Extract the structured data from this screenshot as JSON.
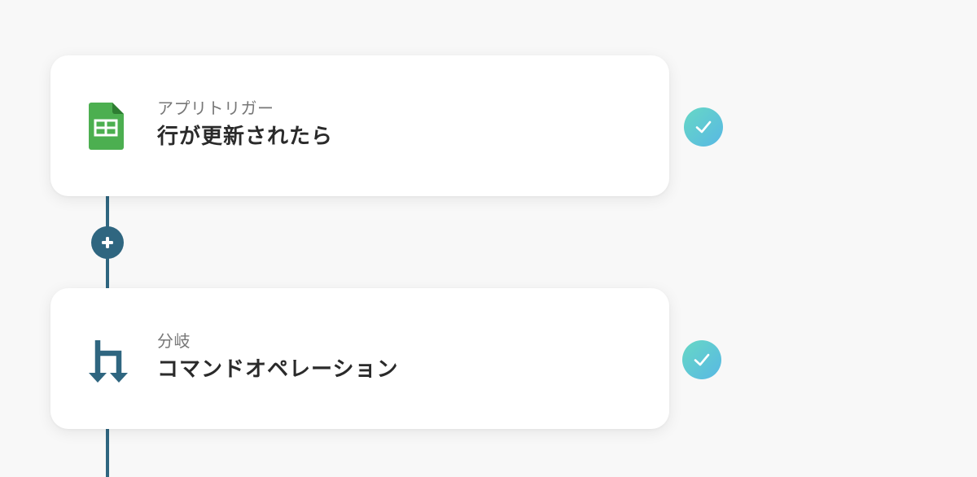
{
  "steps": [
    {
      "subtitle": "アプリトリガー",
      "title": "行が更新されたら",
      "icon": "google-sheets-icon",
      "status": "completed"
    },
    {
      "subtitle": "分岐",
      "title": "コマンドオペレーション",
      "icon": "branch-icon",
      "status": "completed"
    }
  ],
  "add_step": {
    "icon": "plus-icon"
  },
  "colors": {
    "connector": "#2f6680",
    "check_gradient_start": "#67d8c5",
    "check_gradient_end": "#58b8e4",
    "sheets_green": "#4caf50"
  }
}
